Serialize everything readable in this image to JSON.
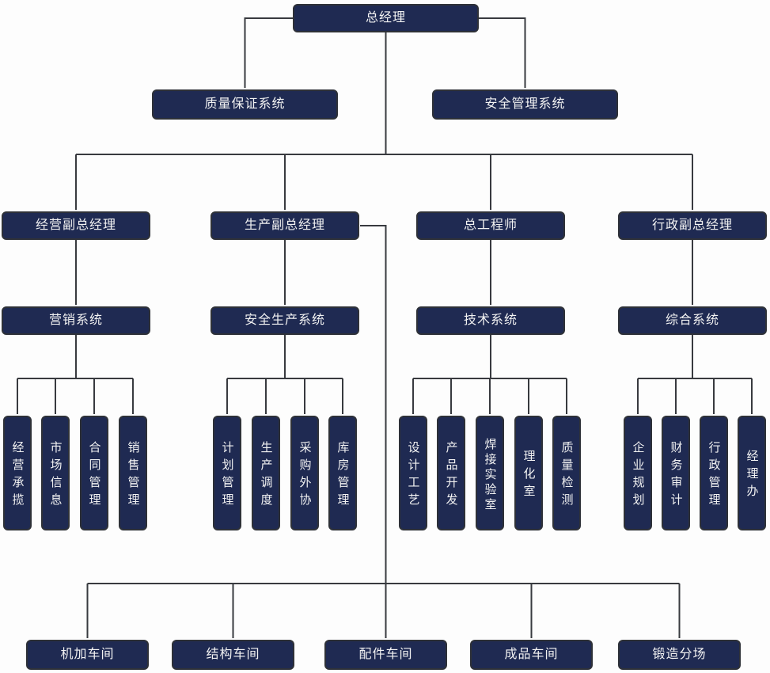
{
  "diagram": {
    "type": "org-chart",
    "root": {
      "label": "总经理"
    },
    "staff_systems": [
      {
        "label": "质量保证系统"
      },
      {
        "label": "安全管理系统"
      }
    ],
    "branches": [
      {
        "executive": {
          "label": "经营副总经理"
        },
        "system": {
          "label": "营销系统"
        },
        "departments": [
          "经营承揽",
          "市场信息",
          "合同管理",
          "销售管理"
        ]
      },
      {
        "executive": {
          "label": "生产副总经理"
        },
        "system": {
          "label": "安全生产系统"
        },
        "departments": [
          "计划管理",
          "生产调度",
          "采购外协",
          "库房管理"
        ]
      },
      {
        "executive": {
          "label": "总工程师"
        },
        "system": {
          "label": "技术系统"
        },
        "departments": [
          "设计工艺",
          "产品开发",
          "焊接实验室",
          "理化室",
          "质量检测"
        ]
      },
      {
        "executive": {
          "label": "行政副总经理"
        },
        "system": {
          "label": "综合系统"
        },
        "departments": [
          "企业规划",
          "财务审计",
          "行政管理",
          "经理办"
        ]
      }
    ],
    "workshops": [
      "机加车间",
      "结构车间",
      "配件车间",
      "成品车间",
      "锻造分场"
    ],
    "colors": {
      "node_fill": "#1f2a52",
      "node_border": "#2e3138",
      "line": "#383a3f",
      "text": "#f2f2f2",
      "background": "#fdfdfd"
    }
  }
}
